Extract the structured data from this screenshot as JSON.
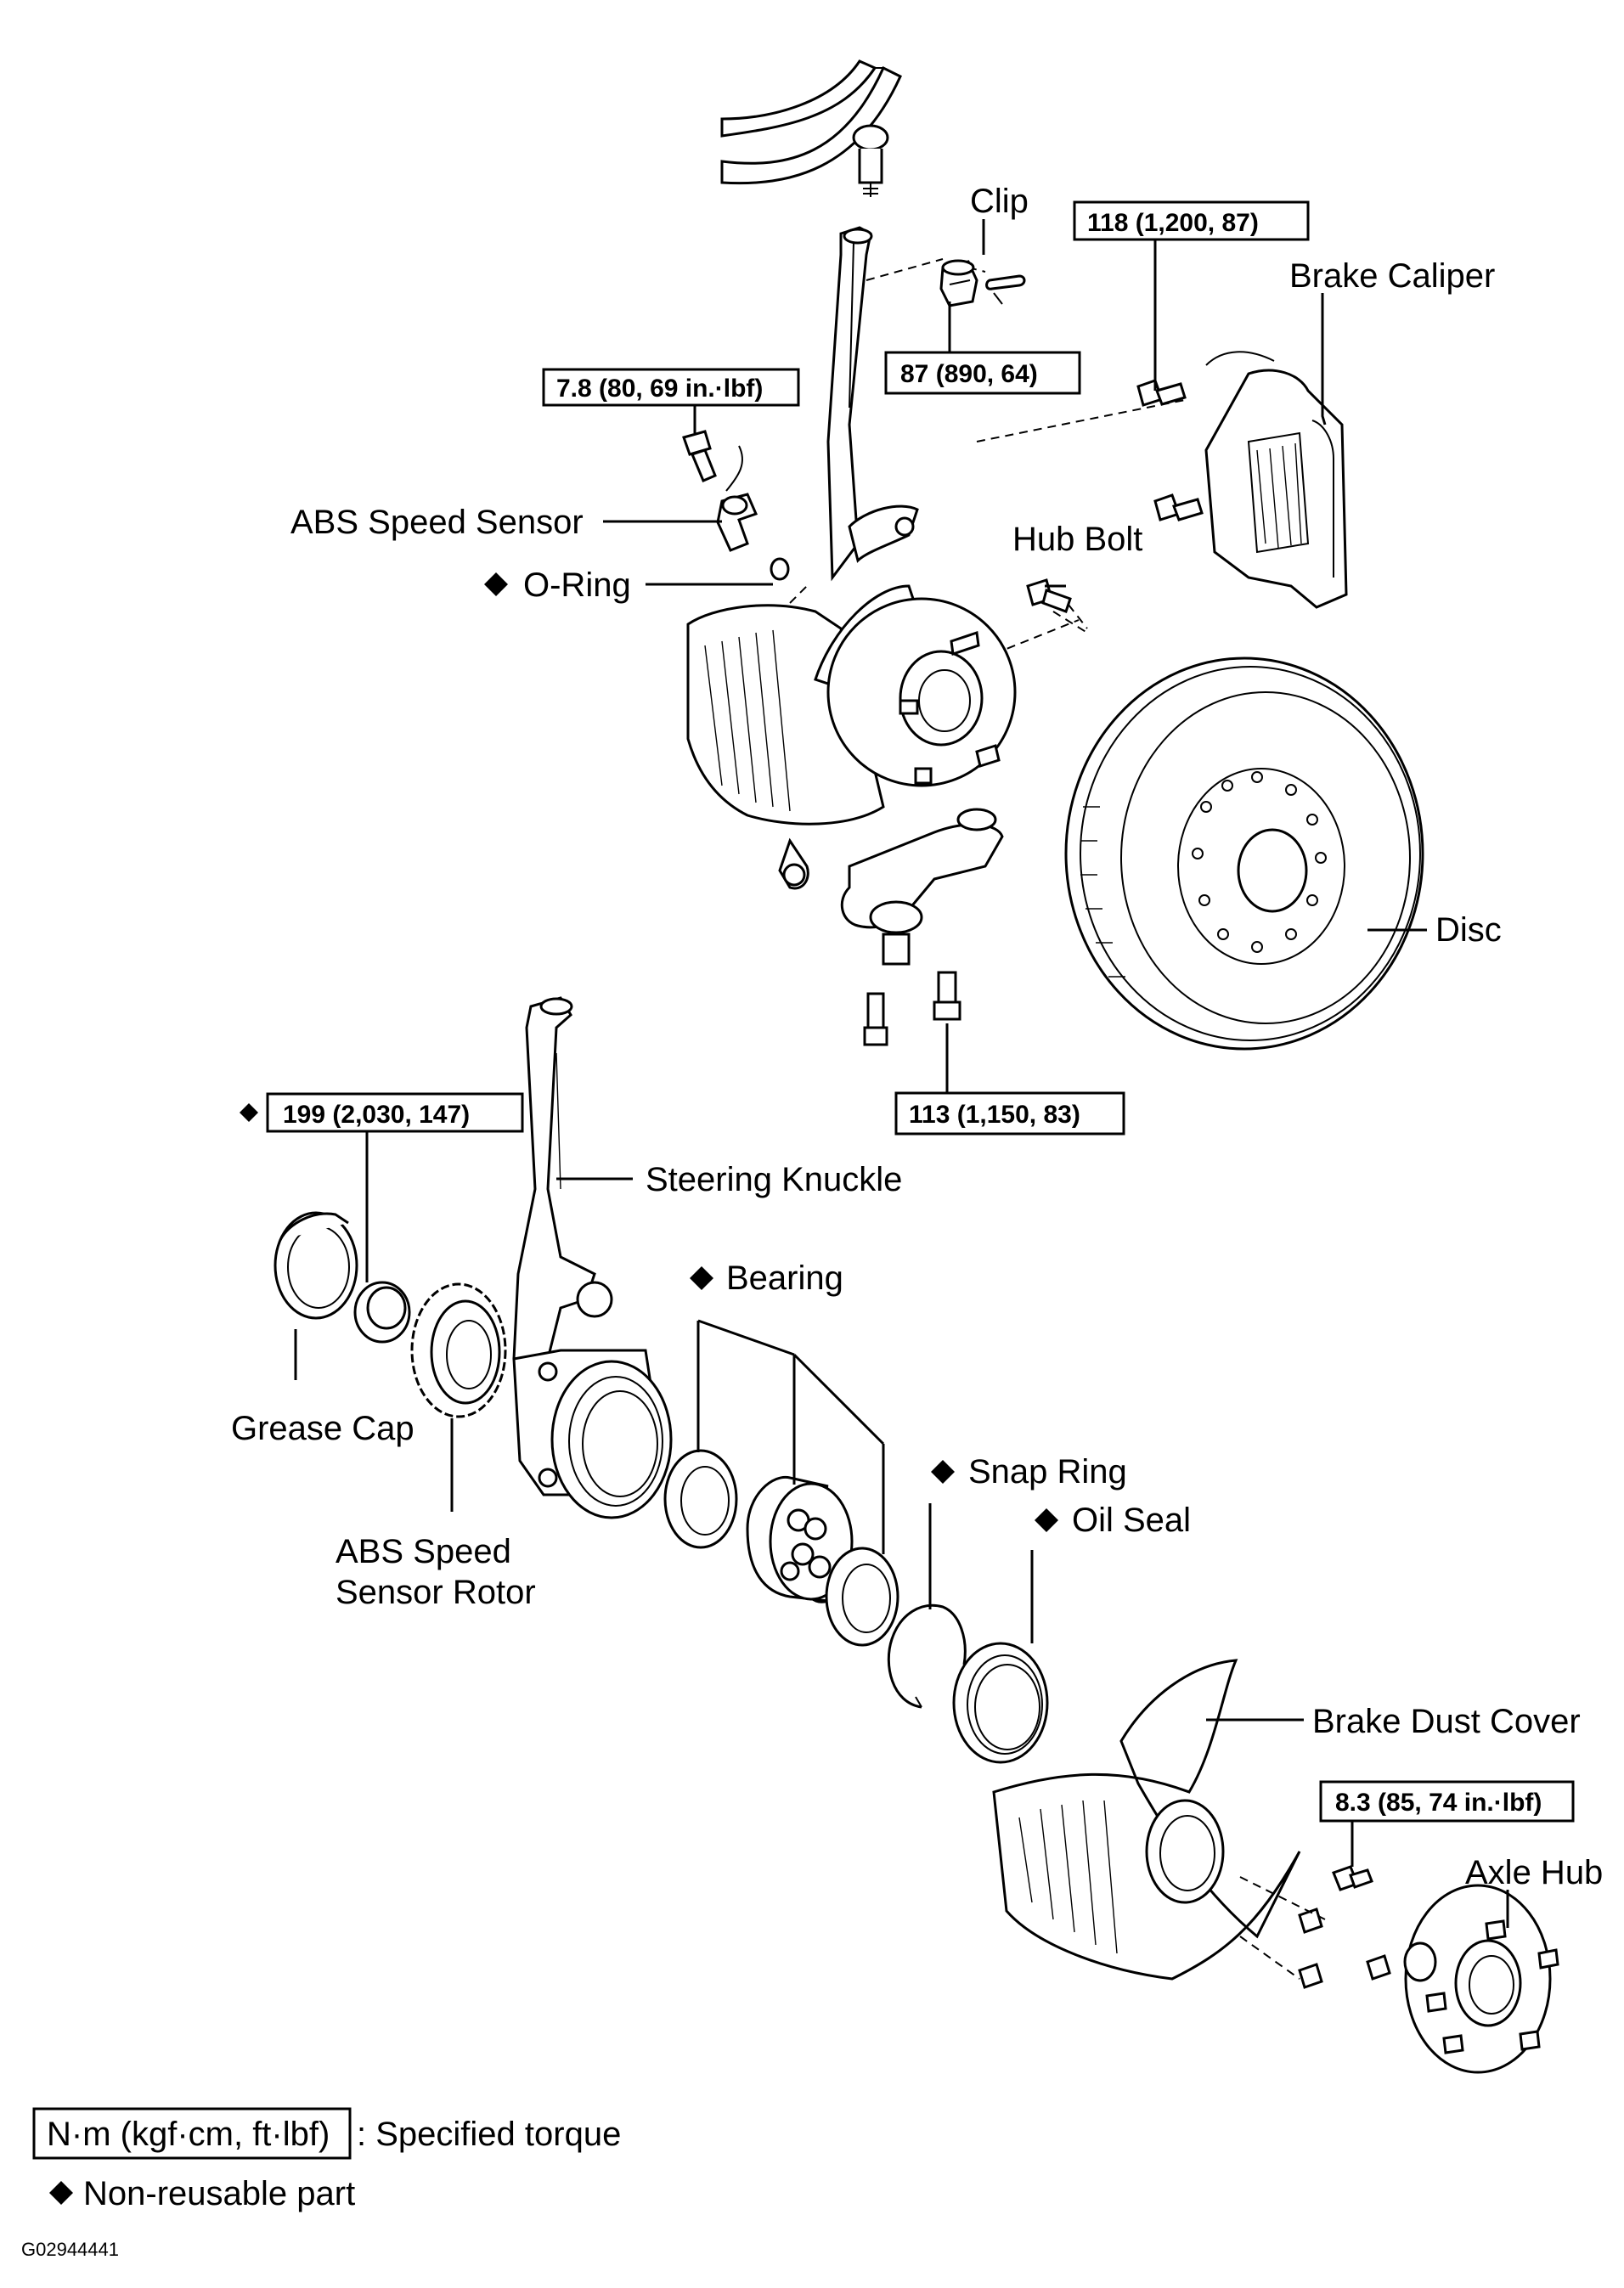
{
  "labels": {
    "clip": "Clip",
    "brake_caliper": "Brake Caliper",
    "abs_speed_sensor": "ABS Speed Sensor",
    "o_ring": "O-Ring",
    "hub_bolt": "Hub Bolt",
    "disc": "Disc",
    "steering_knuckle": "Steering Knuckle",
    "bearing": "Bearing",
    "grease_cap": "Grease Cap",
    "snap_ring": "Snap Ring",
    "oil_seal": "Oil Seal",
    "abs_rotor_line1": "ABS Speed",
    "abs_rotor_line2": "Sensor Rotor",
    "brake_dust_cover": "Brake Dust Cover",
    "axle_hub": "Axle Hub"
  },
  "torques": {
    "caliper_bolt": "118 (1,200, 87)",
    "clip_nut": "87 (890, 64)",
    "sensor_bolt": "7.8 (80, 69 in.·lbf)",
    "lower_arm_bolt": "113 (1,150, 83)",
    "hub_nut": "199 (2,030, 147)",
    "dust_cover_bolt": "8.3 (85, 74 in.·lbf)"
  },
  "legend": {
    "torque_unit": "N·m (kgf·cm, ft·lbf)",
    "torque_desc": ": Specified torque",
    "nonreusable": "Non-reusable part"
  },
  "figure_code": "G02944441"
}
